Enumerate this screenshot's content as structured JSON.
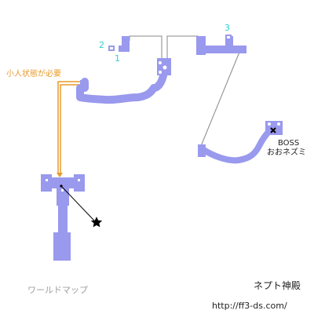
{
  "map": {
    "title": "ネプト神殿",
    "url": "http://ff3-ds.com/",
    "markers": {
      "point1": "1",
      "point2": "2",
      "point3": "3"
    },
    "notes": {
      "small_required": "小人状態が必要",
      "boss_label": "BOSS",
      "boss_name": "おおネズミ",
      "world_map": "ワールドマップ"
    },
    "colors": {
      "path": "#9999ee",
      "floor_cell": "#ffffff",
      "connector": "#888888",
      "orange_route": "#e89a2a",
      "cyan_marker": "#33cccc"
    },
    "icons": {
      "boss": "cross-icon",
      "treasure": "star-icon"
    }
  }
}
